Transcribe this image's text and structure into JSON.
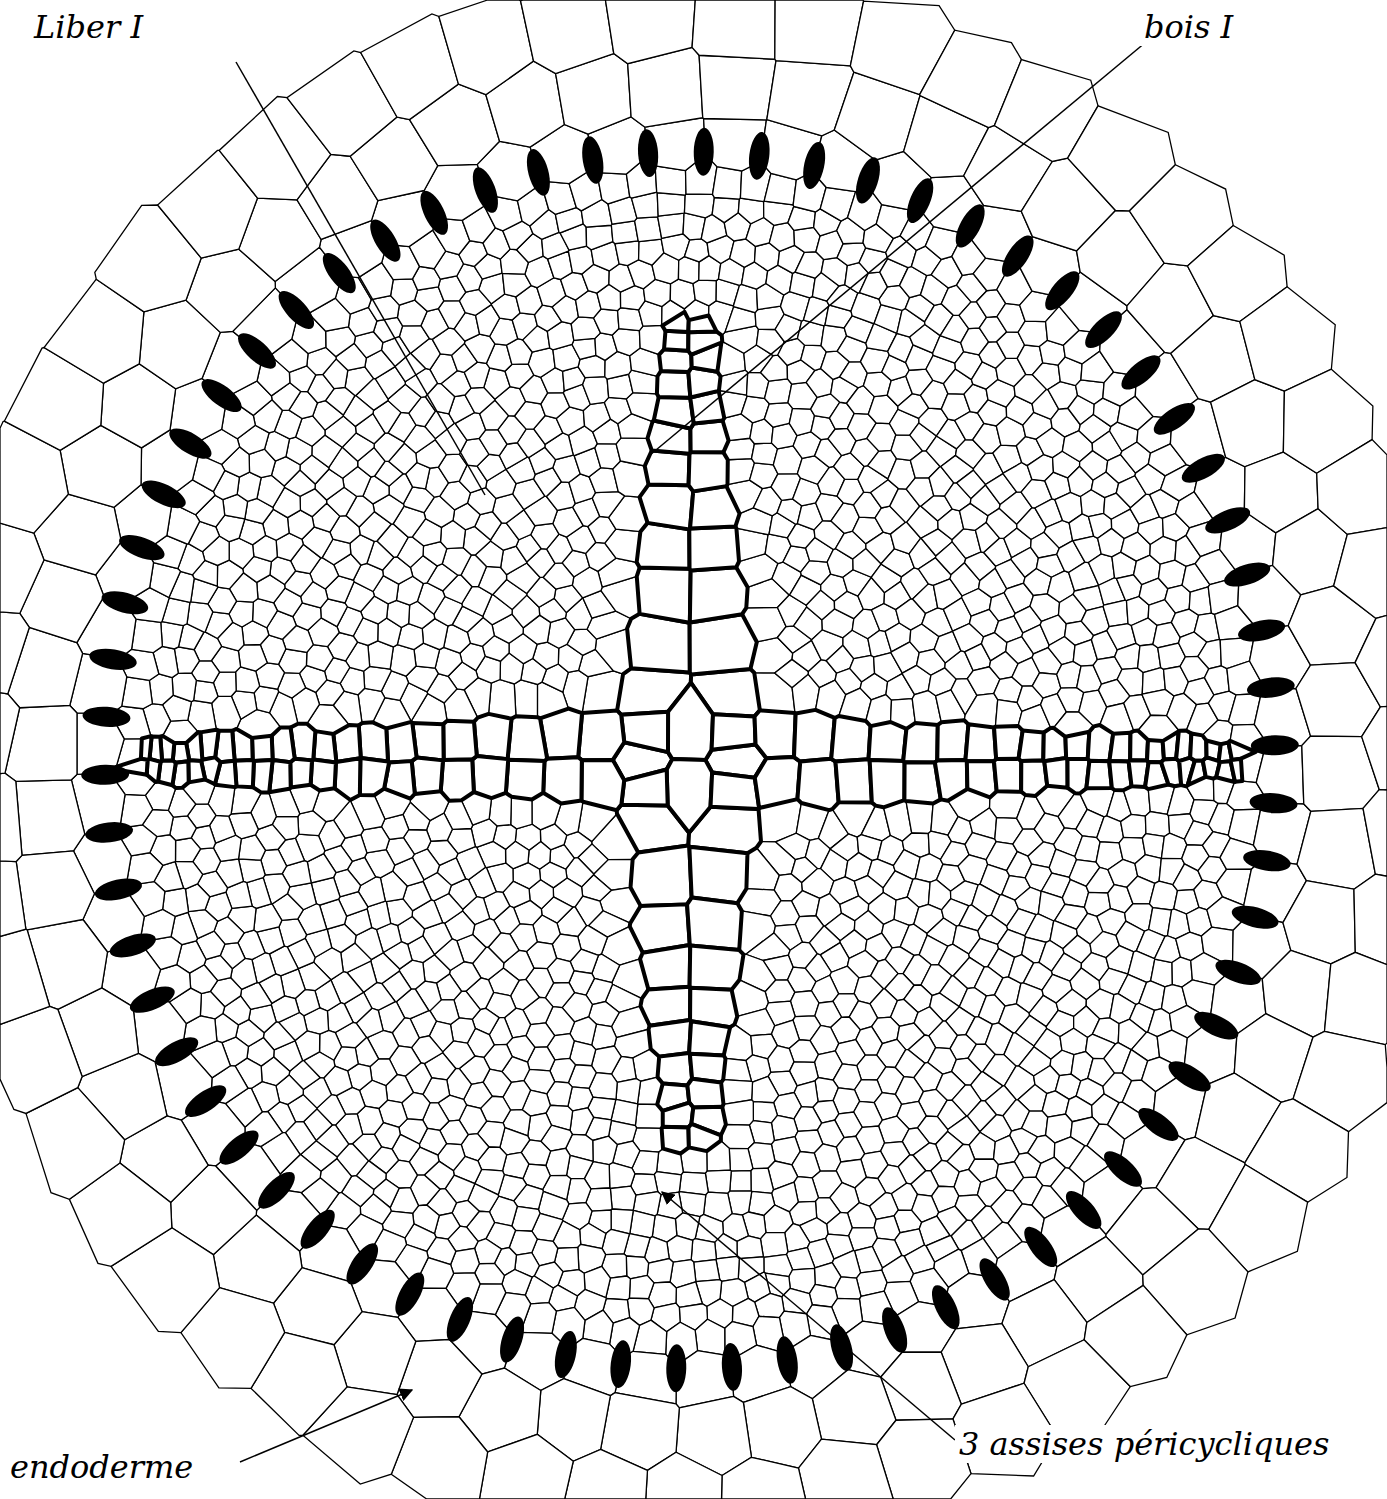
{
  "diagram": {
    "labels": [
      "Liber I",
      "bois I",
      "endoderme",
      "3 assises péricycliques"
    ]
  }
}
